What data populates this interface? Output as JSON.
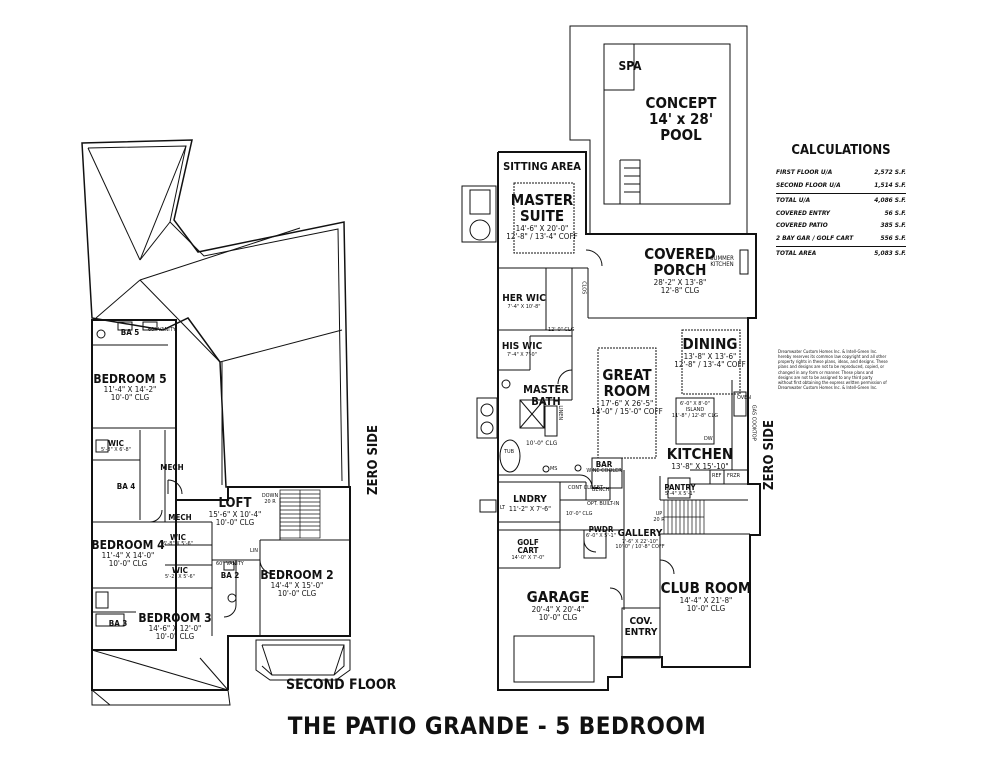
{
  "title": "THE PATIO GRANDE - 5 BEDROOM",
  "second_floor": {
    "title": "SECOND FLOOR",
    "zero_side": "ZERO SIDE",
    "rooms": {
      "ba5": {
        "name": "BA 5",
        "dim": "",
        "note": "60\" VANITY"
      },
      "bedroom5": {
        "name": "BEDROOM 5",
        "dim": "11'-4\" X 14'-2\"",
        "clg": "10'-0\" CLG"
      },
      "wic1": {
        "name": "WIC",
        "dim": "5'-8\" X 6'-8\""
      },
      "ba4": {
        "name": "BA 4"
      },
      "mech1": {
        "name": "MECH"
      },
      "mech2": {
        "name": "MECH"
      },
      "bedroom4": {
        "name": "BEDROOM 4",
        "dim": "11'-4\" X 14'-0\"",
        "clg": "10'-0\" CLG"
      },
      "wic2": {
        "name": "WIC",
        "dim": "6'-8\" X 5'-6\""
      },
      "wic3": {
        "name": "WIC",
        "dim": "5'-2\" X 5'-6\""
      },
      "loft": {
        "name": "LOFT",
        "dim": "15'-6\" X 10'-4\"",
        "clg": "10'-0\" CLG"
      },
      "down": {
        "name": "DOWN",
        "note": "20 R"
      },
      "lin": {
        "name": "LIN"
      },
      "ba2": {
        "name": "BA 2",
        "note": "60\" VANITY"
      },
      "bedroom2": {
        "name": "BEDROOM 2",
        "dim": "14'-4\" X 15'-0\"",
        "clg": "10'-0\" CLG"
      },
      "bedroom3": {
        "name": "BEDROOM 3",
        "dim": "14'-6\" X 12'-0\"",
        "clg": "10'-0\" CLG"
      },
      "ba3": {
        "name": "BA 3"
      }
    }
  },
  "first_floor": {
    "zero_side": "ZERO SIDE",
    "rooms": {
      "spa": {
        "name": "SPA"
      },
      "pool": {
        "name1": "CONCEPT",
        "name2": "14' x 28'",
        "name3": "POOL"
      },
      "sitting": {
        "name": "SITTING AREA"
      },
      "master_suite": {
        "name1": "MASTER",
        "name2": "SUITE",
        "dim": "14'-6\" X 20'-0\"",
        "clg": "12'-8\" / 13'-4\" COFF"
      },
      "covered_porch": {
        "name1": "COVERED",
        "name2": "PORCH",
        "dim": "28'-2\" X 13'-8\"",
        "clg": "12'-8\" CLG"
      },
      "summer_kitchen": {
        "name1": "SUMMER",
        "name2": "KITCHEN"
      },
      "her_wic": {
        "name": "HER WIC",
        "dim": "7'-4\" X 10'-8\""
      },
      "clos": {
        "name": "CLOS"
      },
      "his_wic": {
        "name": "HIS WIC",
        "dim": "7'-4\" X 7'-0\""
      },
      "clg12": {
        "name": "12'-0\" CLG"
      },
      "great_room": {
        "name1": "GREAT",
        "name2": "ROOM",
        "dim": "17'-6\" X 26'-5\"",
        "clg": "14'-0\" / 15'-0\" COFF"
      },
      "dining": {
        "name": "DINING",
        "dim": "13'-8\" X 13'-6\"",
        "clg": "12'-8\" / 13'-4\" COFF"
      },
      "master_bath": {
        "name1": "MASTER",
        "name2": "BATH",
        "clg": "10'-0\" CLG"
      },
      "island": {
        "dim": "6'-0\" X 8'-0\"",
        "name": "ISLAND",
        "clg": "11'-8\" / 12'-8\" CLG"
      },
      "kitchen": {
        "name": "KITCHEN",
        "dim": "13'-8\" X 15'-10\""
      },
      "tub": {
        "name": "TUB"
      },
      "ms": {
        "name": "MS"
      },
      "bar": {
        "name": "BAR",
        "note": "WINE COOLER"
      },
      "pantry": {
        "name": "PANTRY",
        "dim": "5'-4\" X 5'-1\""
      },
      "lndry": {
        "name": "LNDRY",
        "dim": "11'-2\" X 7'-6\""
      },
      "cont_closet": {
        "name": "CONT CLOSET"
      },
      "bench": {
        "name": "BENCH"
      },
      "opt_built_in": {
        "name": "OPT. BUILT-IN"
      },
      "clg10": {
        "name": "10'-0\" CLG"
      },
      "up": {
        "name": "UP",
        "note": "20 R"
      },
      "gallery": {
        "name": "GALLERY",
        "dim": "7'-6\" X 22'-10\"",
        "clg": "10'-0\" / 10'-8\" COFF"
      },
      "golf_cart": {
        "name1": "GOLF",
        "name2": "CART",
        "dim": "14'-0\" X 7'-0\""
      },
      "pwdr": {
        "name": "PWDR",
        "dim": "6'-0\" X 5'-1\""
      },
      "garage": {
        "name": "GARAGE",
        "dim": "20'-4\" X 20'-4\"",
        "clg": "10'-0\" CLG"
      },
      "club_room": {
        "name": "CLUB ROOM",
        "dim": "14'-4\" X 21'-8\"",
        "clg": "10'-0\" CLG"
      },
      "cov_entry": {
        "name1": "COV.",
        "name2": "ENTRY"
      },
      "ref": {
        "name": "REF"
      },
      "frzr": {
        "name": "FRZR"
      },
      "dw": {
        "name": "DW"
      },
      "gas_cooktop": {
        "name": "GAS COOKTOP"
      },
      "oven": {
        "name": "OVEN"
      },
      "linen": {
        "name": "LINEN"
      },
      "lt": {
        "name": "LT"
      }
    }
  },
  "calculations": {
    "title": "CALCULATIONS",
    "rows": [
      {
        "label": "FIRST FLOOR U/A",
        "value": "2,572 S.F."
      },
      {
        "label": "SECOND FLOOR U/A",
        "value": "1,514 S.F."
      },
      {
        "label": "TOTAL U/A",
        "value": "4,086 S.F."
      },
      {
        "label": "COVERED ENTRY",
        "value": "56 S.F."
      },
      {
        "label": "COVERED PATIO",
        "value": "385 S.F."
      },
      {
        "label": "2 BAY GAR / GOLF CART",
        "value": "556 S.F."
      },
      {
        "label": "TOTAL AREA",
        "value": "5,083 S.F."
      }
    ]
  },
  "disclaimer": "Dreamwater Custom Homes Inc. & Intell-Green Inc. hereby reserves its common law copyright and all other property rights in these plans, ideas, and designs. These plans and designs are not to be reproduced, copied, or changed in any form or manner. These plans and designs are not to be assigned to any third party without first obtaining the express written permission of Dreamwater Custom Homes Inc. & Intell-Green Inc."
}
